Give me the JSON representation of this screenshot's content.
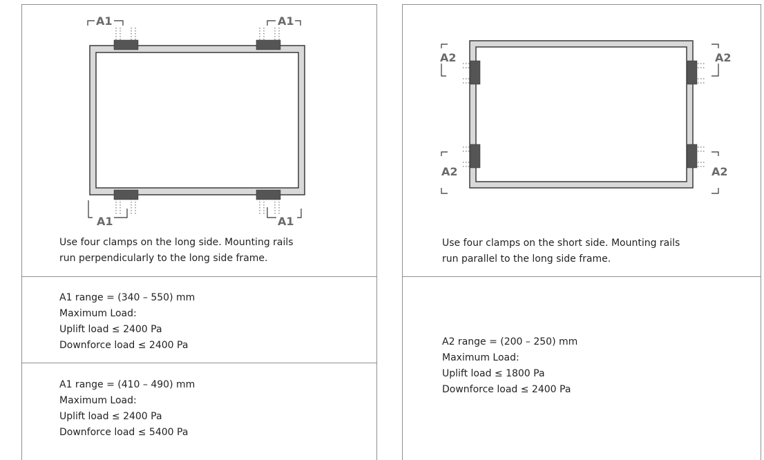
{
  "left": {
    "diagram_label": "A1",
    "caption": [
      "Use four clamps on the long side. Mounting rails",
      "run perpendicularly to the long side frame."
    ],
    "specs": [
      {
        "range": "A1 range = (340 – 550) mm",
        "max_load": "Maximum Load:",
        "uplift": "Uplift load ≤ 2400 Pa",
        "downforce": "Downforce load ≤ 2400 Pa"
      },
      {
        "range": "A1 range = (410 – 490) mm",
        "max_load": "Maximum Load:",
        "uplift": "Uplift load ≤ 2400 Pa",
        "downforce": "Downforce load ≤ 5400 Pa"
      }
    ]
  },
  "right": {
    "diagram_label": "A2",
    "caption": [
      "Use four clamps on the short side. Mounting rails",
      "run parallel to the long side frame."
    ],
    "spec": {
      "range": "A2 range = (200 – 250) mm",
      "max_load": "Maximum Load:",
      "uplift": "Uplift load ≤ 1800 Pa",
      "downforce": "Downforce load ≤ 2400 Pa"
    }
  }
}
